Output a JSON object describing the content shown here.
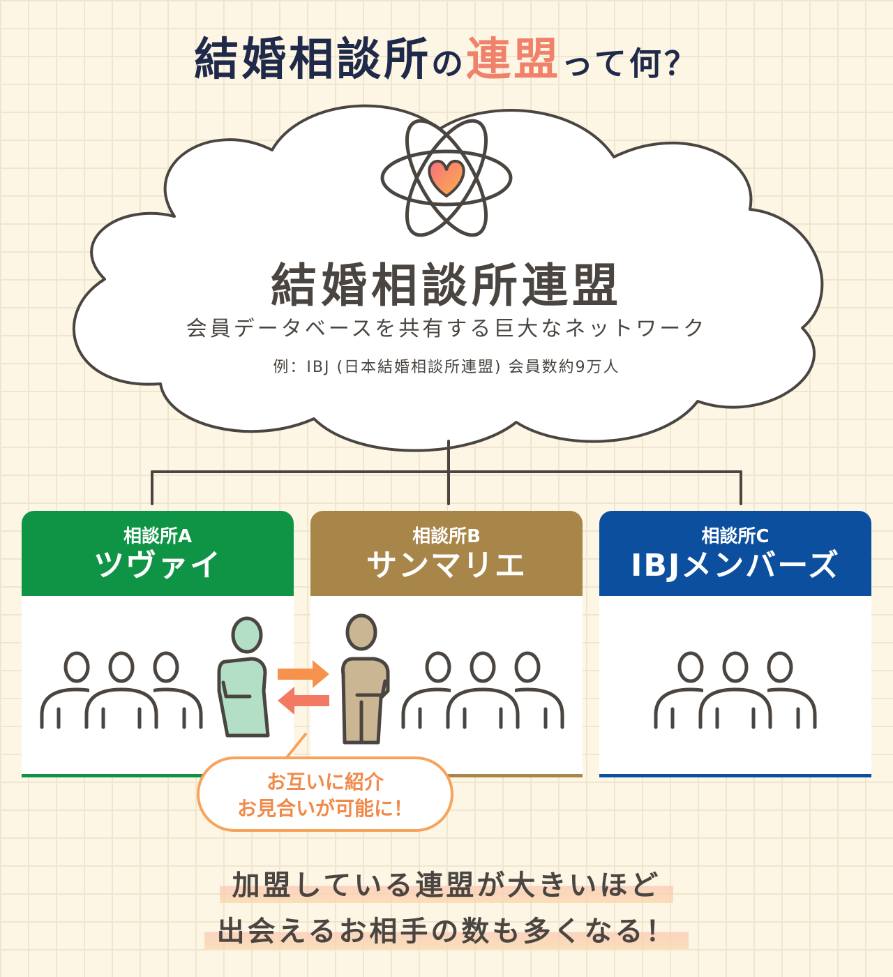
{
  "title": {
    "part1": "結婚相談所",
    "part2": "の",
    "accent": "連盟",
    "part3": "って何？"
  },
  "cloud": {
    "title": "結婚相談所連盟",
    "subtitle": "会員データベースを共有する巨大なネットワーク",
    "example": "例：IBJ (日本結婚相談所連盟) 会員数約9万人",
    "icon": "atom-heart-icon"
  },
  "cards": [
    {
      "label": "相談所A",
      "name": "ツヴァイ",
      "color": "#0e9444"
    },
    {
      "label": "相談所B",
      "name": "サンマリエ",
      "color": "#a88549"
    },
    {
      "label": "相談所C",
      "name": "IBJメンバーズ",
      "color": "#0b4f9e"
    }
  ],
  "bubble": {
    "line1": "お互いに紹介",
    "line2": "お見合いが可能に！"
  },
  "bottom": {
    "line1": "加盟している連盟が大きいほど",
    "line2": "出会えるお相手の数も多くなる！"
  },
  "colors": {
    "accent": "#f0826c",
    "title": "#1f2a4a",
    "outline": "#4a4540",
    "personA": "#b2dfc5",
    "personB": "#cbb694",
    "arrow": "#f7924d"
  }
}
